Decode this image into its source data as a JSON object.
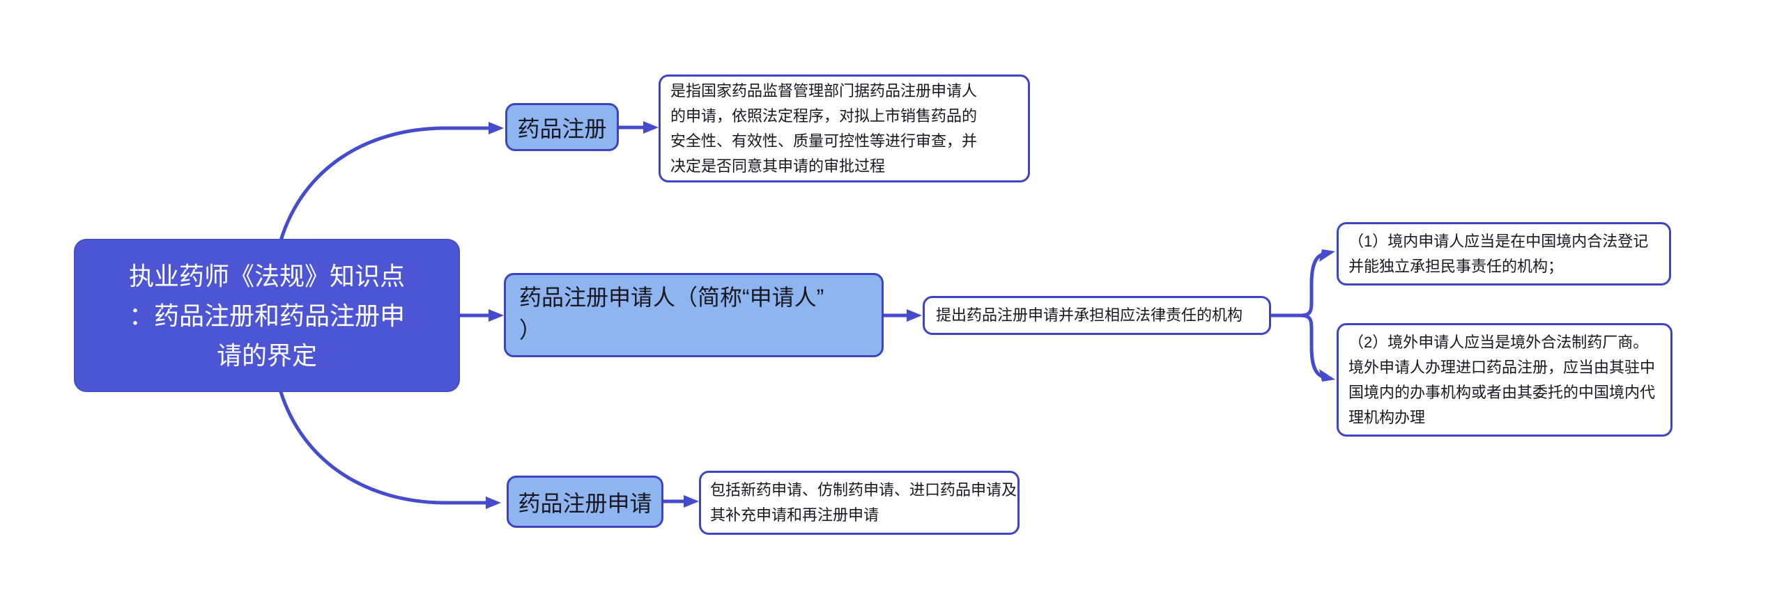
{
  "diagram_title": "执业药师《法规》知识点：药品注册和药品注册申请的界定",
  "nodes": {
    "root": {
      "label": "执业药师《法规》知识点\n：药品注册和药品注册申\n请的界定"
    },
    "branch_top": {
      "label": "药品注册"
    },
    "def_top": {
      "text": "是指国家药品监督管理部门据药品注册申请人\n的申请，依照法定程序，对拟上市销售药品的\n安全性、有效性、质量可控性等进行审查，并\n决定是否同意其申请的审批过程"
    },
    "branch_mid": {
      "label": "药品注册申请人（简称“申请人”\n）"
    },
    "def_mid": {
      "text": "提出药品注册申请并承担相应法律责任的机构"
    },
    "sub_domestic": {
      "text": "（1）境内申请人应当是在中国境内合法登记\n并能独立承担民事责任的机构；"
    },
    "sub_overseas": {
      "text": "（2）境外申请人应当是境外合法制药厂商。\n境外申请人办理进口药品注册，应当由其驻中\n国境内的办事机构或者由其委托的中国境内代\n理机构办理"
    },
    "branch_bottom": {
      "label": "药品注册申请"
    },
    "def_bottom": {
      "text": "包括新药申请、仿制药申请、进口药品申请及\n其补充申请和再注册申请"
    }
  },
  "colors": {
    "background": "#FFFFFF",
    "root_fill": "#4C55D3",
    "root_text": "#FFFFFF",
    "branch_fill": "#8FB5F1",
    "node_border": "#3D43C4",
    "connector": "#444BCD",
    "text_dark": "#17171F",
    "white_fill": "#FFFFFF"
  }
}
